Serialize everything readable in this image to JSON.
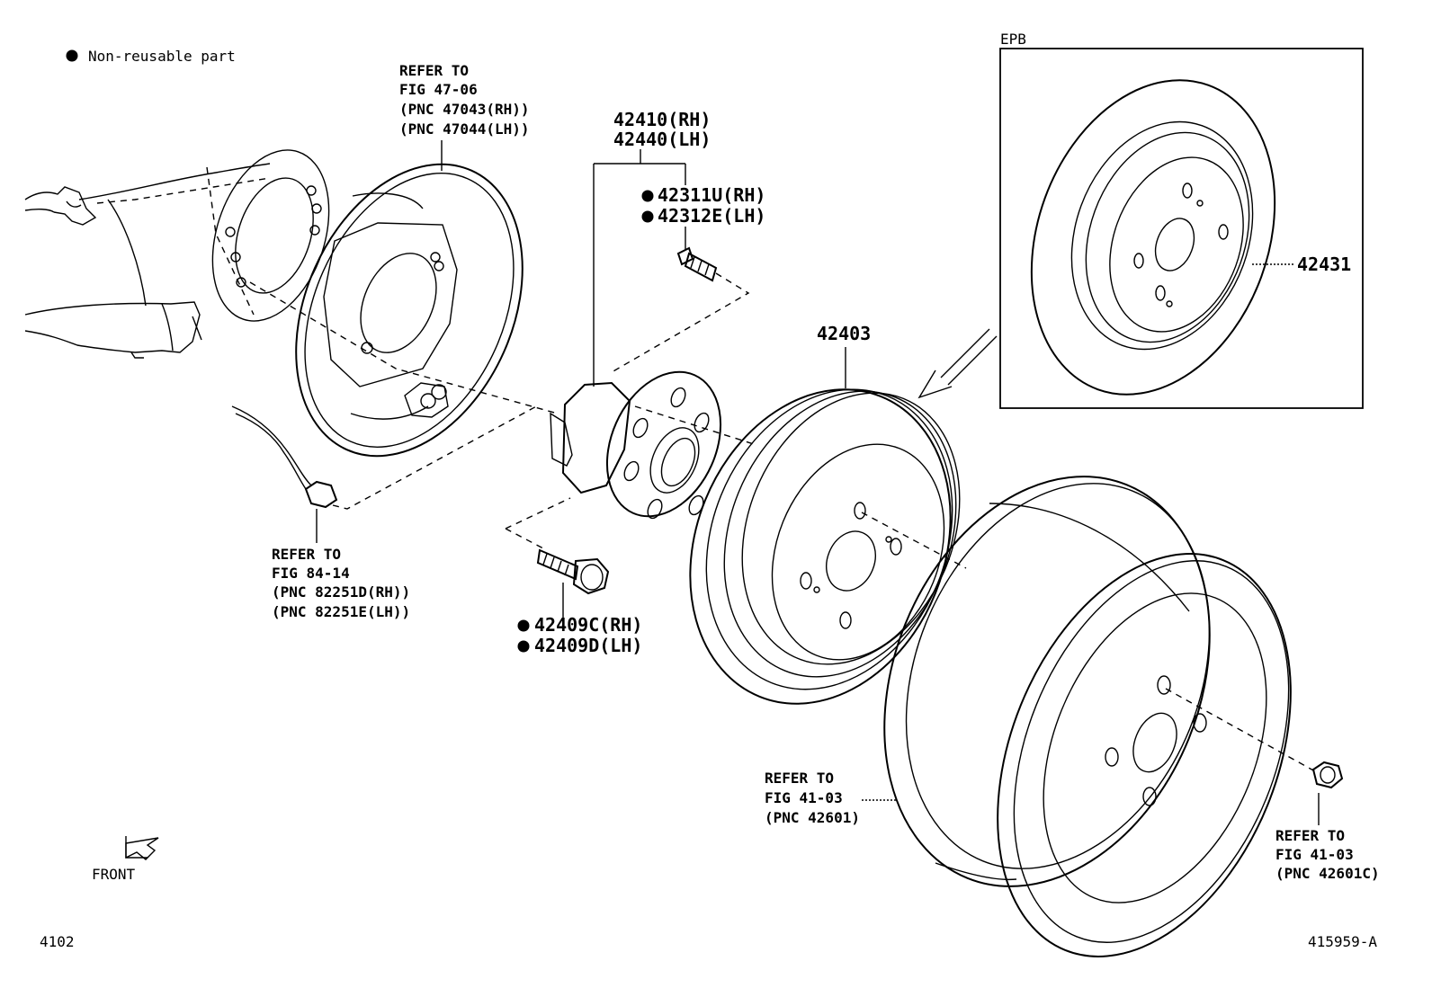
{
  "legend": {
    "text": "Non-reusable part"
  },
  "labels": {
    "backing_plate": [
      "REFER TO",
      "FIG 47-06",
      "(PNC 47043(RH))",
      "(PNC 47044(LH))"
    ],
    "hub_rh": "42410(RH)",
    "hub_lh": "42440(LH)",
    "stud_rh": "42311U(RH)",
    "stud_lh": "42312E(LH)",
    "epb_title": "EPB",
    "disc": "42431",
    "drum": "42403",
    "sensor": [
      "REFER TO",
      "FIG 84-14",
      "(PNC 82251D(RH))",
      "(PNC 82251E(LH))"
    ],
    "bolt_rh": "42409C(RH)",
    "bolt_lh": "42409D(LH)",
    "wheel": [
      "REFER TO",
      "FIG 41-03",
      "(PNC 42601)"
    ],
    "nut": [
      "REFER TO",
      "FIG 41-03",
      "(PNC 42601C)"
    ],
    "front": "FRONT",
    "page_code": "4102",
    "illustration_code": "415959-A"
  }
}
